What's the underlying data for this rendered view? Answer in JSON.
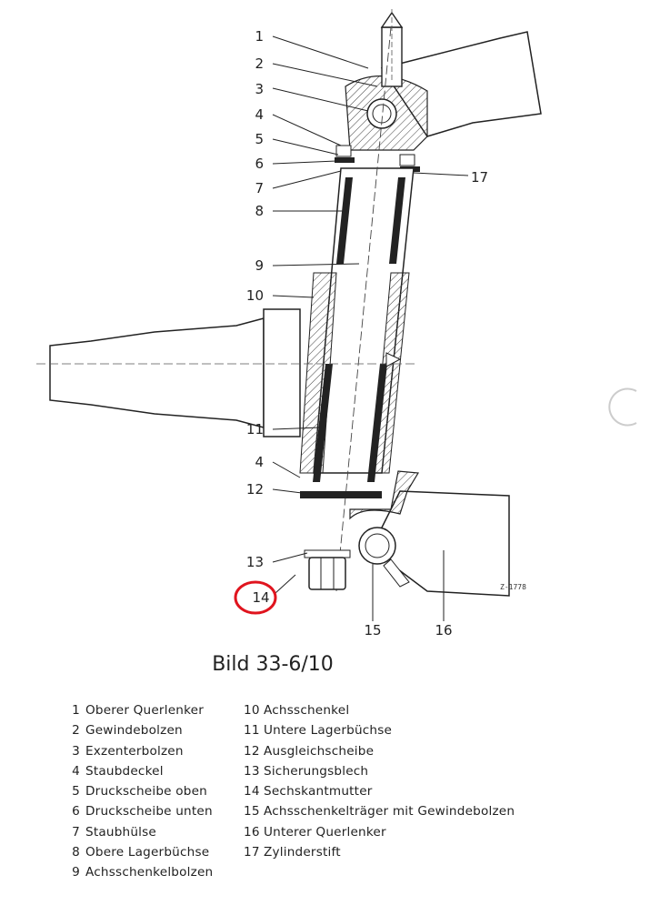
{
  "figure": {
    "title": "Bild 33-6/10",
    "stamp": "Z-1778"
  },
  "callouts": [
    "1",
    "2",
    "3",
    "4",
    "5",
    "6",
    "7",
    "8",
    "9",
    "10",
    "11",
    "4",
    "12",
    "13",
    "14",
    "15",
    "16",
    "17"
  ],
  "highlight": {
    "number": "14",
    "color": "#e0141e"
  },
  "legend": [
    {
      "num": "1",
      "text": "Oberer Querlenker"
    },
    {
      "num": "2",
      "text": "Gewindebolzen"
    },
    {
      "num": "3",
      "text": "Exzenterbolzen"
    },
    {
      "num": "4",
      "text": "Staubdeckel"
    },
    {
      "num": "5",
      "text": "Druckscheibe oben"
    },
    {
      "num": "6",
      "text": "Druckscheibe unten"
    },
    {
      "num": "7",
      "text": "Staubhülse"
    },
    {
      "num": "8",
      "text": "Obere Lagerbüchse"
    },
    {
      "num": "9",
      "text": "Achsschenkelbolzen"
    },
    {
      "num": "10",
      "text": "Achsschenkel"
    },
    {
      "num": "11",
      "text": "Untere Lagerbüchse"
    },
    {
      "num": "12",
      "text": "Ausgleichscheibe"
    },
    {
      "num": "13",
      "text": "Sicherungsblech"
    },
    {
      "num": "14",
      "text": "Sechskantmutter"
    },
    {
      "num": "15",
      "text": "Achsschenkelträger mit Gewindebolzen"
    },
    {
      "num": "16",
      "text": "Unterer Querlenker"
    },
    {
      "num": "17",
      "text": "Zylinderstift"
    }
  ]
}
